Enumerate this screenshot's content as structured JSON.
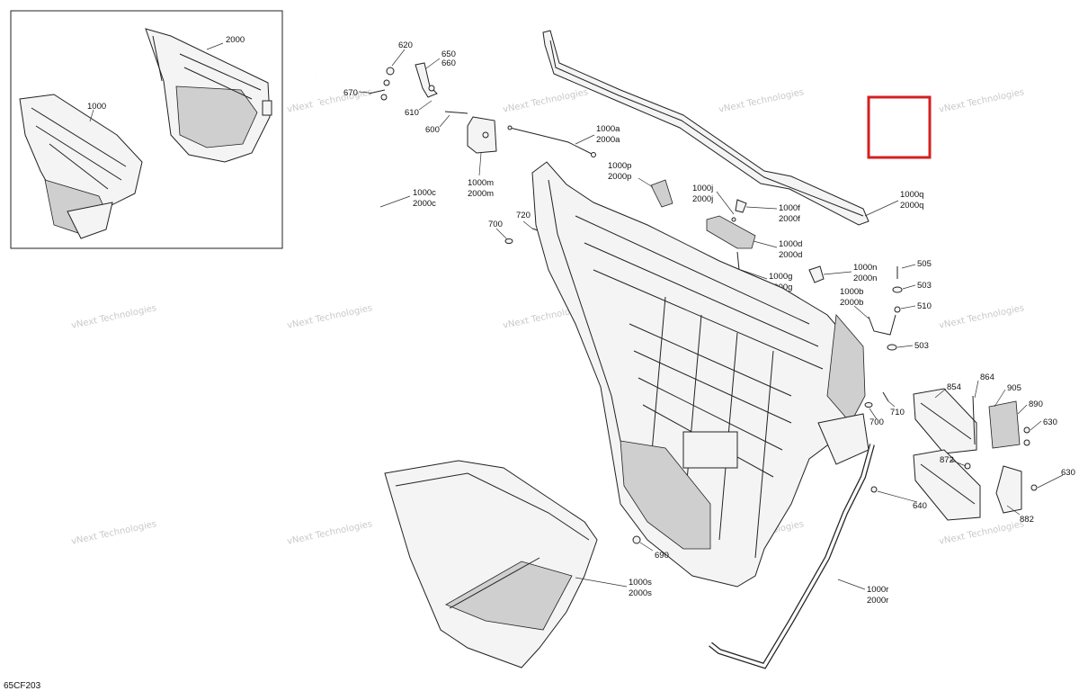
{
  "diagram": {
    "code": "65CF203",
    "watermark": "vNext Technologies",
    "highlight_color": "#d42020",
    "labels": {
      "inset_2000": "2000",
      "inset_1000": "1000",
      "p620": "620",
      "p650": "650",
      "p660": "660",
      "p670": "670",
      "p610": "610",
      "p600": "600",
      "p1000m": "1000m",
      "p2000m": "2000m",
      "p1000a": "1000a",
      "p2000a": "2000a",
      "p1000p": "1000p",
      "p2000p": "2000p",
      "p1000j": "1000j",
      "p2000j": "2000j",
      "p1000f": "1000f",
      "p2000f": "2000f",
      "p1000d": "1000d",
      "p2000d": "2000d",
      "p1000g": "1000g",
      "p2000g": "2000g",
      "p1000n": "1000n",
      "p2000n": "2000n",
      "p1000b": "1000b",
      "p2000b": "2000b",
      "p1000q": "1000q",
      "p2000q": "2000q",
      "p1000c": "1000c",
      "p2000c": "2000c",
      "p700a": "700",
      "p720": "720",
      "p505": "505",
      "p503a": "503",
      "p510": "510",
      "p503b": "503",
      "p854": "854",
      "p864": "864",
      "p905": "905",
      "p890": "890",
      "p630a": "630",
      "p700b": "700",
      "p710": "710",
      "p872": "872",
      "p630b": "630",
      "p640": "640",
      "p882": "882",
      "p690": "690",
      "p1000s": "1000s",
      "p2000s": "2000s",
      "p1000r": "1000r",
      "p2000r": "2000r"
    }
  }
}
